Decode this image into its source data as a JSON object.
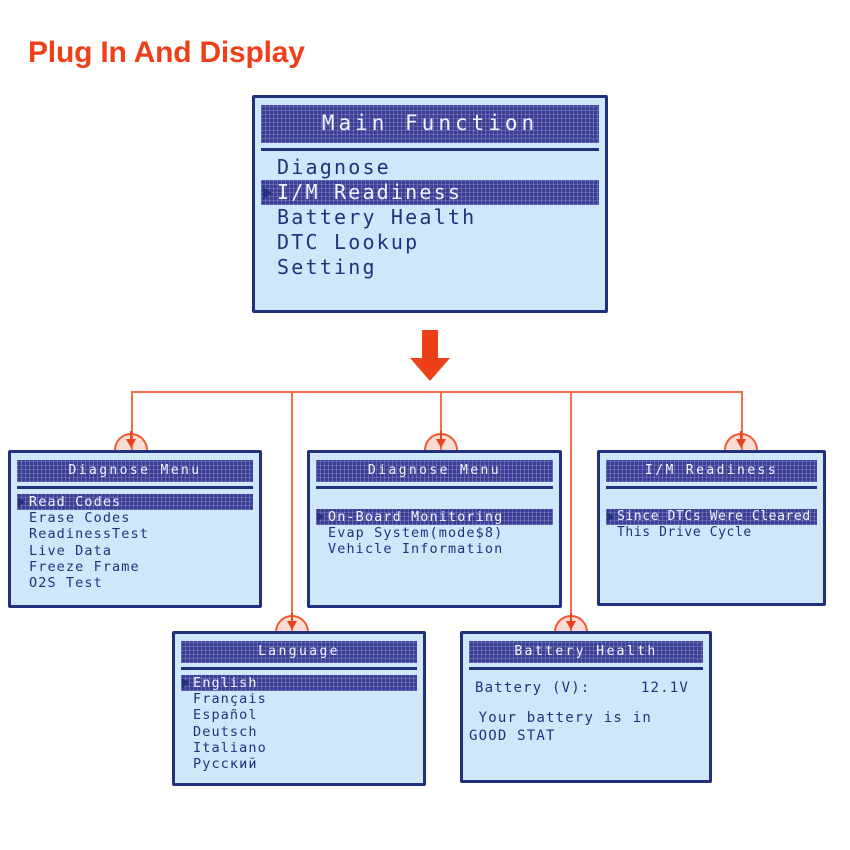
{
  "page": {
    "title": "Plug In And Display",
    "title_color": "#ef3f19",
    "connector_color": "#f2714c",
    "lcd_background": "#cfe7fb",
    "lcd_ink": "#25307d",
    "lcd_highlight": "#3b3e96"
  },
  "screens": {
    "main": {
      "title": "Main Function",
      "rows": [
        {
          "label": "Diagnose",
          "selected": false
        },
        {
          "label": "I/M Readiness",
          "selected": true
        },
        {
          "label": "Battery Health",
          "selected": false
        },
        {
          "label": "DTC Lookup",
          "selected": false
        },
        {
          "label": "Setting",
          "selected": false
        }
      ]
    },
    "diagnose1": {
      "title": "Diagnose Menu",
      "rows": [
        {
          "label": "Read Codes",
          "selected": true
        },
        {
          "label": "Erase Codes",
          "selected": false
        },
        {
          "label": "ReadinessTest",
          "selected": false
        },
        {
          "label": "Live Data",
          "selected": false
        },
        {
          "label": "Freeze Frame",
          "selected": false
        },
        {
          "label": "O2S Test",
          "selected": false
        }
      ]
    },
    "diagnose2": {
      "title": "Diagnose Menu",
      "rows": [
        {
          "label": "On-Board Monitoring",
          "selected": true
        },
        {
          "label": "Evap System(mode$8)",
          "selected": false
        },
        {
          "label": "Vehicle Information",
          "selected": false
        }
      ]
    },
    "im_readiness": {
      "title": "I/M Readiness",
      "rows": [
        {
          "label": "Since DTCs Were Cleared",
          "selected": true
        },
        {
          "label": "This Drive Cycle",
          "selected": false
        }
      ]
    },
    "language": {
      "title": "Language",
      "rows": [
        {
          "label": "English",
          "selected": true
        },
        {
          "label": "Français",
          "selected": false
        },
        {
          "label": "Español",
          "selected": false
        },
        {
          "label": "Deutsch",
          "selected": false
        },
        {
          "label": "Italiano",
          "selected": false
        },
        {
          "label": "Русский",
          "selected": false
        }
      ]
    },
    "battery": {
      "title": "Battery Health",
      "voltage_label": "Battery (V):",
      "voltage_value": "12.1V",
      "message": " Your battery is in\nGOOD STAT"
    }
  }
}
